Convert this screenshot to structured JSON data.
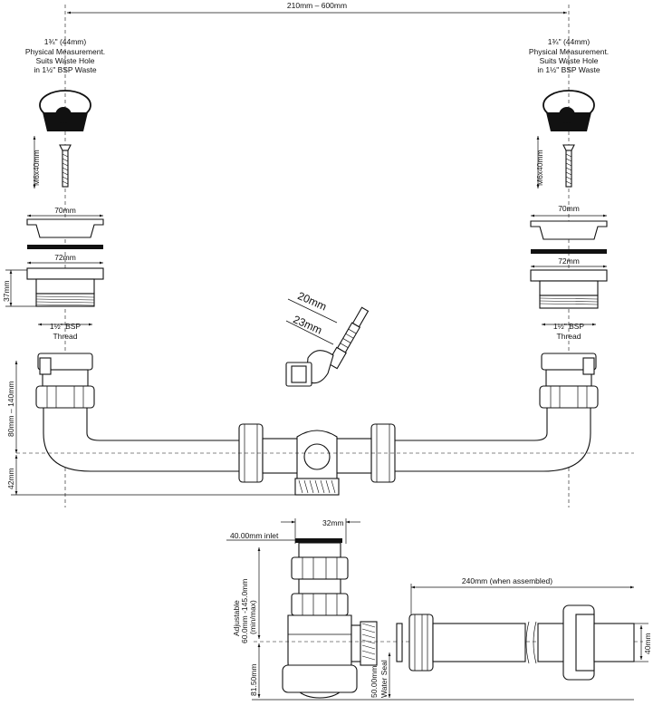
{
  "labels": {
    "overall_width": "210mm – 600mm",
    "left_waste_note": [
      "1¾\" (44mm)",
      "Physical Measurement.",
      "Suits Waste Hole",
      "in 1½\" BSP Waste"
    ],
    "right_waste_note": [
      "1¾\" (44mm)",
      "Physical Measurement.",
      "Suits Waste Hole",
      "in 1½\" BSP Waste"
    ],
    "left_screw": "M6x40mm",
    "right_screw": "M6x40mm",
    "left_flange_70": "70mm",
    "right_flange_70": "70mm",
    "left_flange_72": "72mm",
    "right_flange_72": "72mm",
    "left_height_37": "37mm",
    "left_thread": [
      "1½\" BSP",
      "Thread"
    ],
    "right_thread": [
      "1½\" BSP",
      "Thread"
    ],
    "spigot_20": "20mm",
    "spigot_23": "23mm",
    "drop_range": "80mm – 140mm",
    "drop_42": "42mm",
    "trap_width": "32mm",
    "trap_inlet": "40.00mm inlet",
    "trap_adjustable": [
      "Adjustable",
      "60.0mm -145.0mm",
      "(min/max)"
    ],
    "trap_length": "240mm (when assembled)",
    "trap_height": "81.50mm",
    "water_seal": [
      "50.00mm",
      "Water Seal"
    ],
    "outlet_dia": "40mm"
  }
}
